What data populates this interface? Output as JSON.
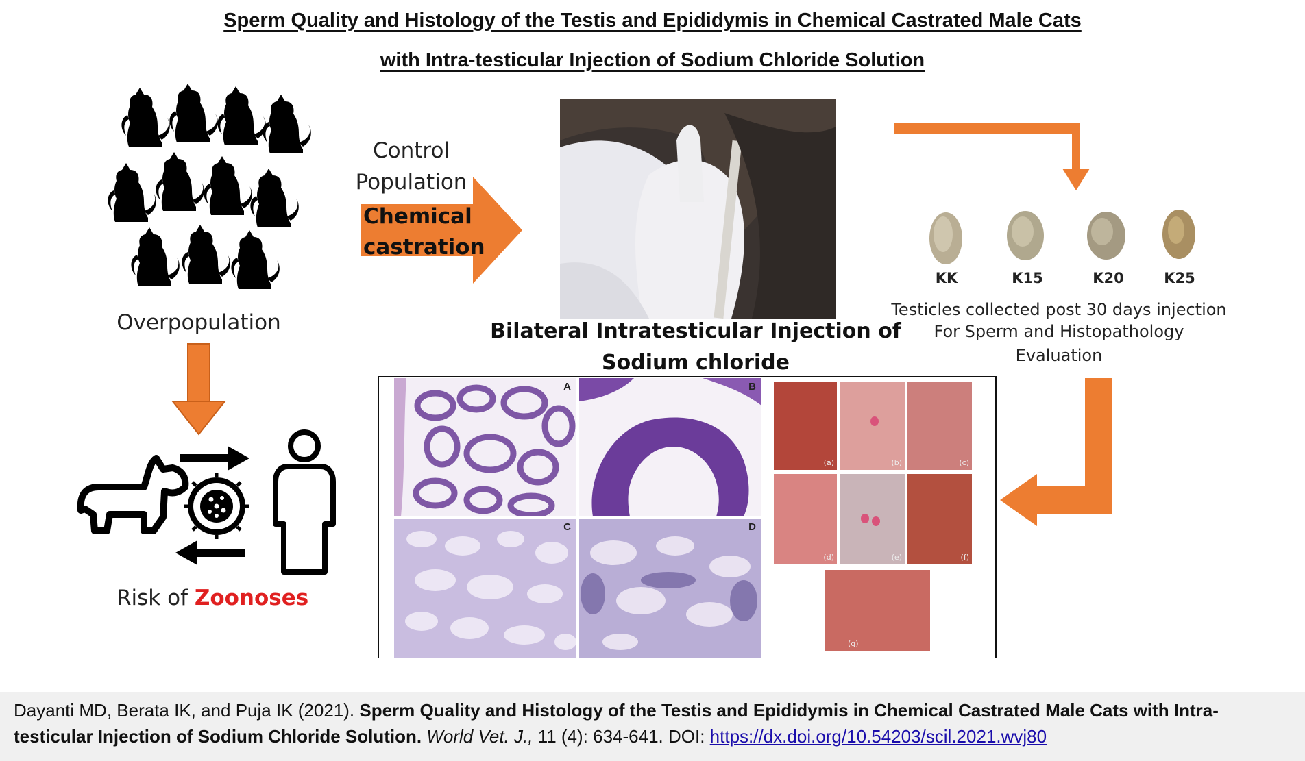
{
  "title": {
    "line1": "Sperm Quality and Histology of the Testis and Epididymis in Chemical Castrated Male Cats",
    "line2": "with Intra-testicular Injection of Sodium Chloride Solution"
  },
  "left": {
    "overpopulation_label": "Overpopulation",
    "risk_label": "Risk of",
    "risk_highlight": "Zoonoses"
  },
  "arrow_box": {
    "line1": "Control",
    "line2": "Population",
    "line3": "Chemical",
    "line4": "castration"
  },
  "injection": {
    "caption_line1": "Bilateral Intratesticular Injection of",
    "caption_line2": "Sodium chloride"
  },
  "testicles": {
    "items": [
      "KK",
      "K15",
      "K20",
      "K25"
    ],
    "caption_line1": "Testicles collected post 30 days injection",
    "caption_line2": "For Sperm and Histopathology",
    "caption_line3": "Evaluation"
  },
  "histology": {
    "panels": [
      "A",
      "B",
      "C",
      "D"
    ],
    "sperm_panels": [
      "(a)",
      "(b)",
      "(c)",
      "(d)",
      "(e)",
      "(f)",
      "(g)"
    ]
  },
  "citation": {
    "authors": "Dayanti MD, Berata IK, and Puja IK (2021).",
    "title": "Sperm Quality and Histology of the Testis and Epididymis in Chemical Castrated Male Cats with Intra-testicular Injection of Sodium Chloride Solution.",
    "journal": "World Vet. J.,",
    "volume": "11 (4): 634-641. DOI:",
    "doi": "https://dx.doi.org/10.54203/scil.2021.wvj80"
  },
  "colors": {
    "accent_orange": "#ED7D31",
    "zoonoses_red": "#E02020",
    "link_blue": "#1a0dab"
  }
}
